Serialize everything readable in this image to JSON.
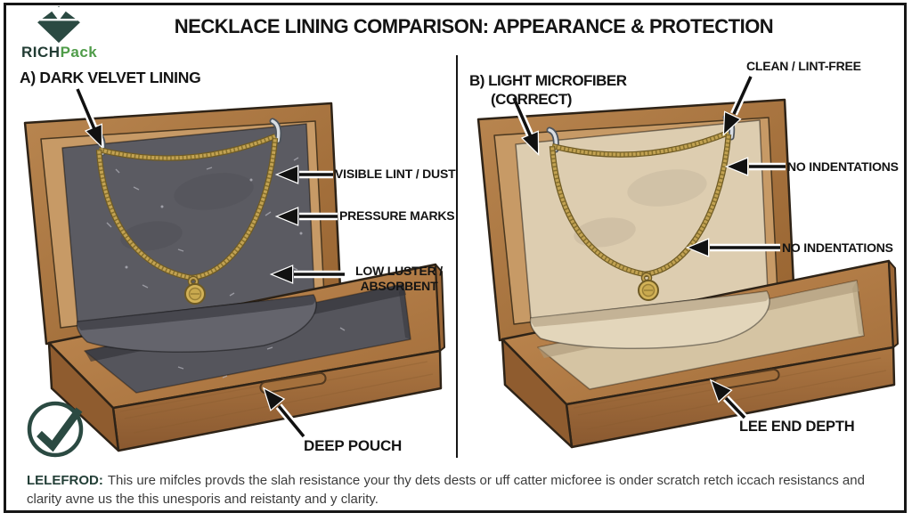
{
  "header": {
    "logo": {
      "icon": "gem-logo-icon",
      "brand_part1": "RICH",
      "brand_part2": "Pack"
    },
    "title": "NECKLACE LINING COMPARISON: APPEARANCE & PROTECTION"
  },
  "panels": {
    "left": {
      "heading": "A) DARK VELVET LINING",
      "annotations": [
        {
          "label": "VISIBLE LINT / DUST"
        },
        {
          "label": "PRESSURE MARKS"
        },
        {
          "label_line1": "LOW LUSTER /",
          "label_line2": "ABSORBENT"
        },
        {
          "label": "DEEP POUCH"
        }
      ],
      "status_icon": "check-circle-icon"
    },
    "right": {
      "heading_line1": "B) LIGHT MICROFIBER",
      "heading_line2": "(CORRECT)",
      "annotations": [
        {
          "label": "CLEAN / LINT-FREE"
        },
        {
          "label": "NO INDENTATIONS"
        },
        {
          "label": "NO INDENTATIONS"
        },
        {
          "label": "LEE END DEPTH"
        }
      ]
    }
  },
  "footer": {
    "caption_lead": "LELEFROD:",
    "caption_body": "This ure mifcles provds the slah resistance your thy dets dests or uff catter micforee is onder scratch retch iccach resistancs and clarity avne us the this unesporis and reistanty and y clarity."
  },
  "colors": {
    "brand_teal": "#2b4a42",
    "brand_green": "#4f9c49",
    "wood": "#b07c48",
    "dark_velvet": "#5b5b62",
    "light_microfiber": "#ddcdb0",
    "gold": "#c2a252",
    "ink": "#161616"
  }
}
